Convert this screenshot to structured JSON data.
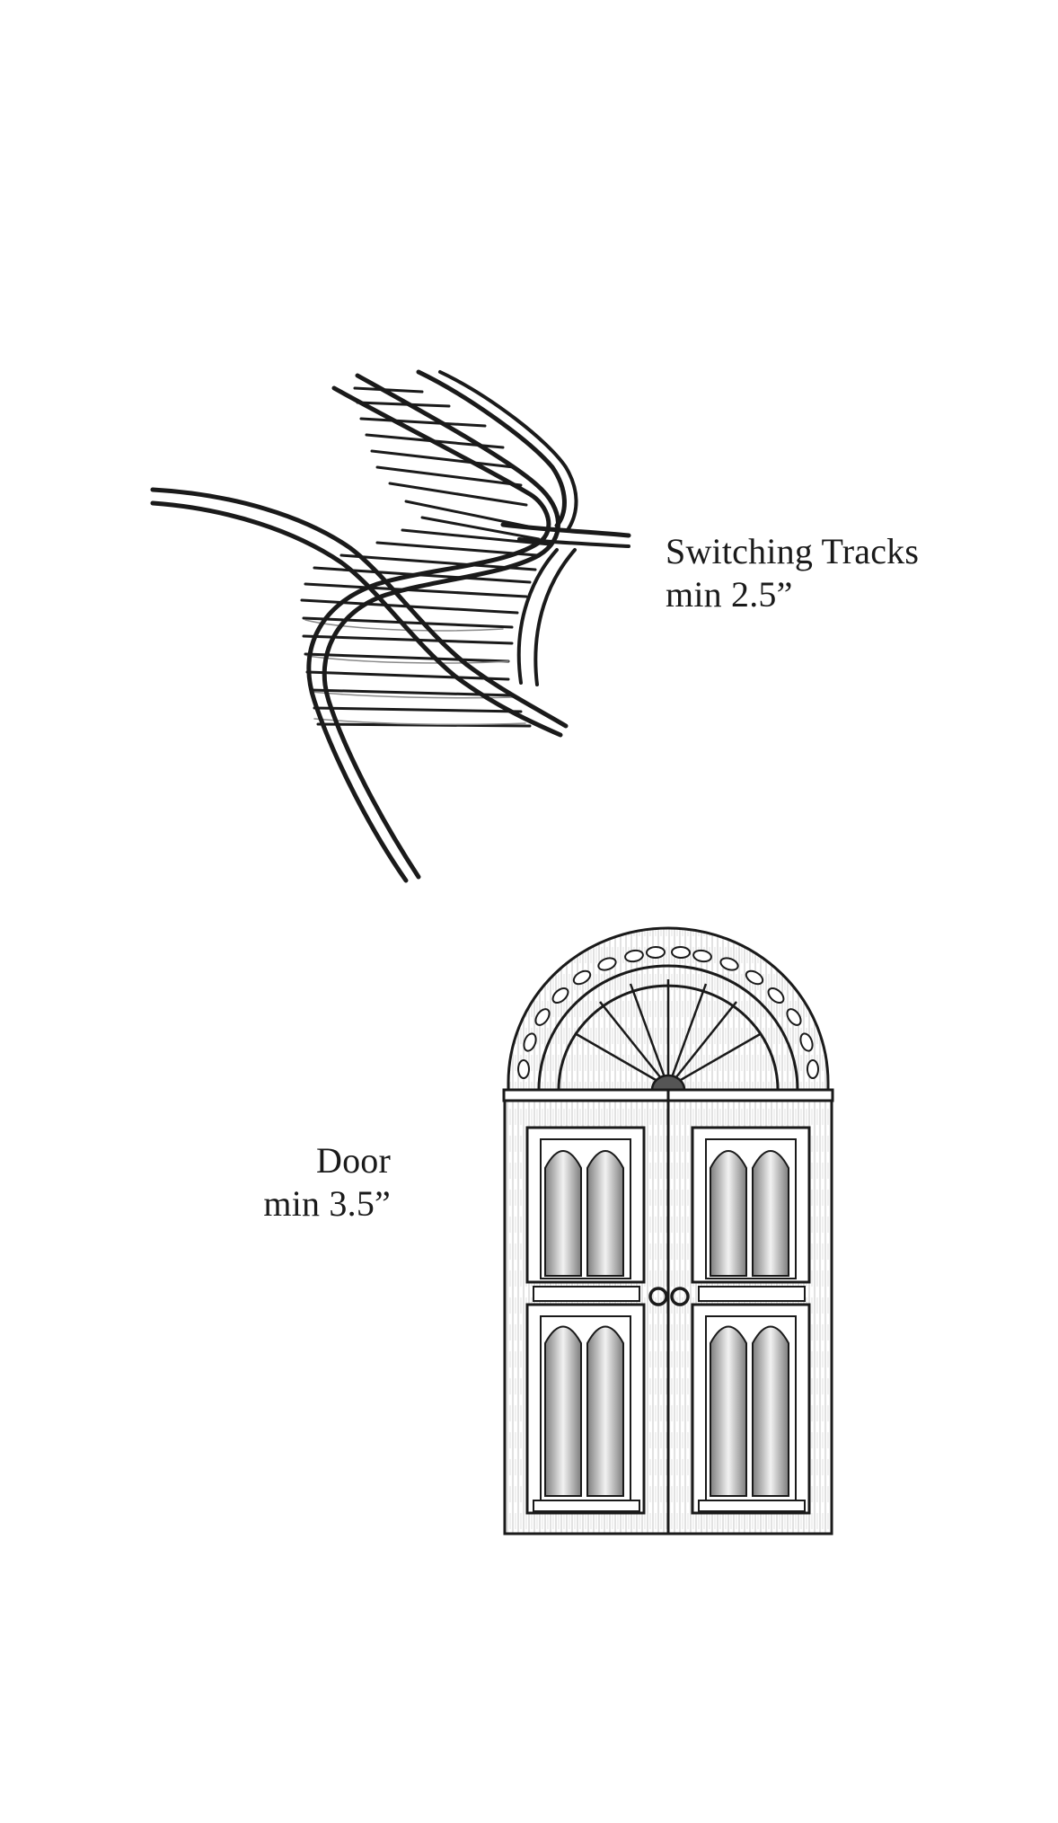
{
  "tracks": {
    "title": "Switching Tracks",
    "size": "min 2.5”"
  },
  "door": {
    "title": "Door",
    "size": "min 3.5”"
  },
  "colors": {
    "ink": "#1a1a1a",
    "shade": "#9a9a9a",
    "paper": "#ffffff"
  }
}
